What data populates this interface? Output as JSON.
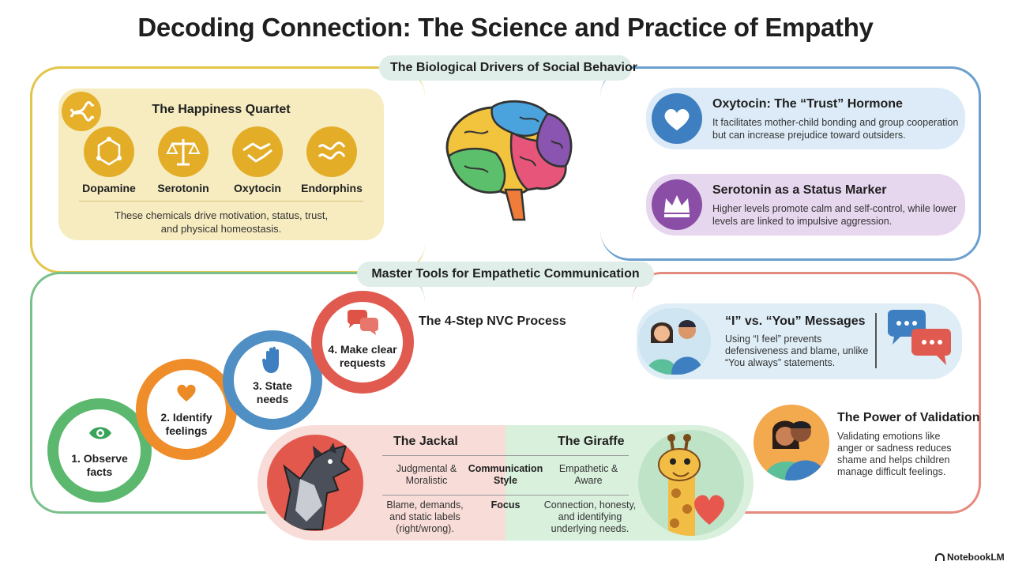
{
  "title": "Decoding Connection: The Science and Practice of Empathy",
  "colors": {
    "yellow": "#e3ad27",
    "blue": "#4f8fc4",
    "purple": "#8b4fa8",
    "red": "#e05a4f",
    "green": "#5cb86e",
    "orange": "#ee8d2a"
  },
  "section1": {
    "header": "The Biological Drivers of Social Behavior",
    "quartet": {
      "title": "The Happiness Quartet",
      "chemicals": [
        {
          "label": "Dopamine",
          "icon": "molecule-icon"
        },
        {
          "label": "Serotonin",
          "icon": "scales-icon"
        },
        {
          "label": "Oxytocin",
          "icon": "handshake-icon"
        },
        {
          "label": "Endorphins",
          "icon": "wave-icon"
        }
      ],
      "description": "These chemicals drive motivation, status, trust, and physical homeostasis."
    },
    "oxytocin": {
      "title": "Oxytocin: The “Trust” Hormone",
      "text": "It facilitates mother-child bonding and group cooperation but can increase prejudice toward outsiders."
    },
    "serotonin": {
      "title": "Serotonin as a Status Marker",
      "text": "Higher levels promote calm and self-control, while lower levels are linked to impulsive aggression."
    }
  },
  "section2": {
    "header": "Master Tools for Empathetic Communication",
    "nvc_title": "The 4-Step NVC Process",
    "steps": [
      {
        "label": "1. Observe facts"
      },
      {
        "label": "2. Identify feelings"
      },
      {
        "label": "3. State needs"
      },
      {
        "label": "4. Make clear requests"
      }
    ],
    "jackal": {
      "title": "The Jackal",
      "style": "Judgmental & Moralistic",
      "focus": "Blame, demands, and static labels (right/wrong)."
    },
    "giraffe": {
      "title": "The Giraffe",
      "style": "Empathetic & Aware",
      "focus": "Connection, honesty, and identifying underlying needs."
    },
    "row_labels": {
      "style": "Communication Style",
      "focus": "Focus"
    },
    "messages": {
      "title": "“I” vs. “You” Messages",
      "text": "Using “I feel” prevents defensiveness and blame, unlike “You always” statements."
    },
    "validation": {
      "title": "The Power of Validation",
      "text": "Validating emotions like anger or sadness reduces shame and helps children manage difficult feelings."
    }
  },
  "brand": "NotebookLM"
}
